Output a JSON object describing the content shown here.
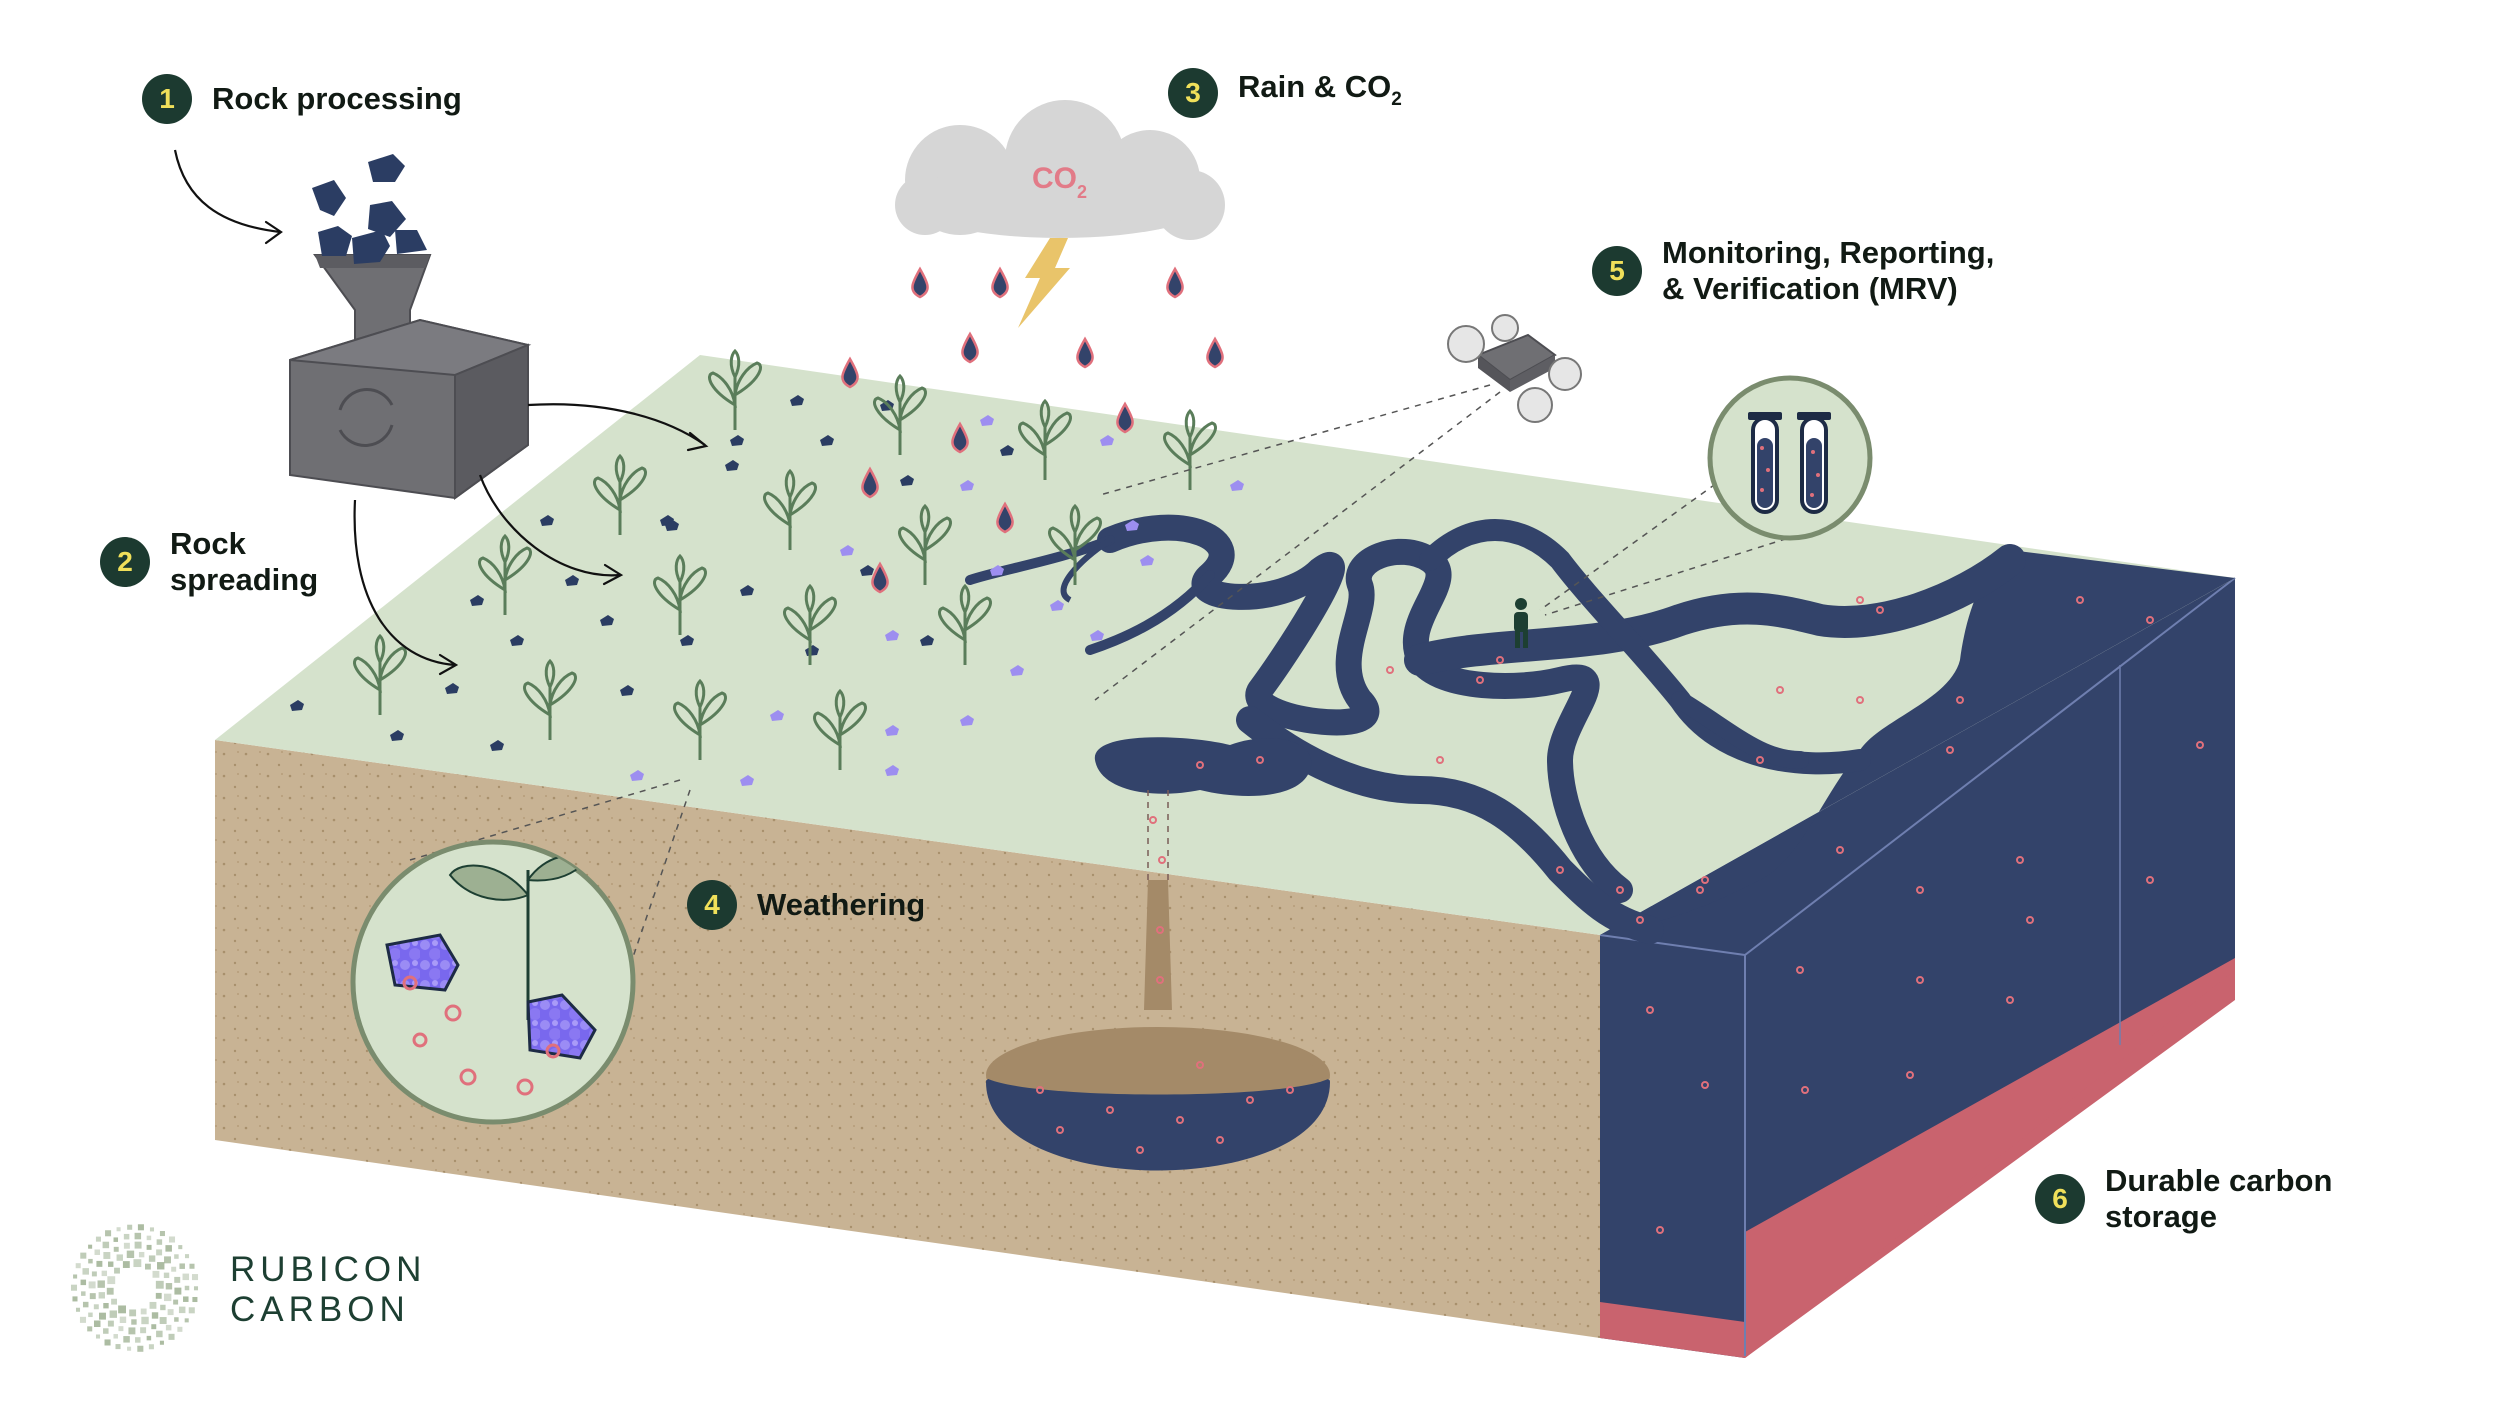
{
  "steps": [
    {
      "n": "1",
      "lines": [
        "Rock processing"
      ]
    },
    {
      "n": "2",
      "lines": [
        "Rock",
        "spreading"
      ]
    },
    {
      "n": "3",
      "main": "Rain & CO",
      "sub": "2"
    },
    {
      "n": "4",
      "lines": [
        "Weathering"
      ]
    },
    {
      "n": "5",
      "lines": [
        "Monitoring, Reporting,",
        "& Verification (MRV)"
      ]
    },
    {
      "n": "6",
      "lines": [
        "Durable carbon",
        "storage"
      ]
    }
  ],
  "cloud": {
    "main": "CO",
    "sub": "2"
  },
  "brand": {
    "line1": "RUBICON",
    "line2": "CARBON"
  },
  "colors": {
    "grass": "#d5e2cc",
    "soil": "#c8b394",
    "water": "#33436a",
    "bedrock": "#c9636e",
    "plant": "#5a7d5a",
    "rock": "#2b3d63",
    "weathered": "#9d8ef0",
    "badge": "#1c3a30",
    "badge_text": "#f0e05a",
    "machine": "#6f6f73",
    "cloud": "#d6d6d6",
    "lightning": "#e9c46a"
  }
}
